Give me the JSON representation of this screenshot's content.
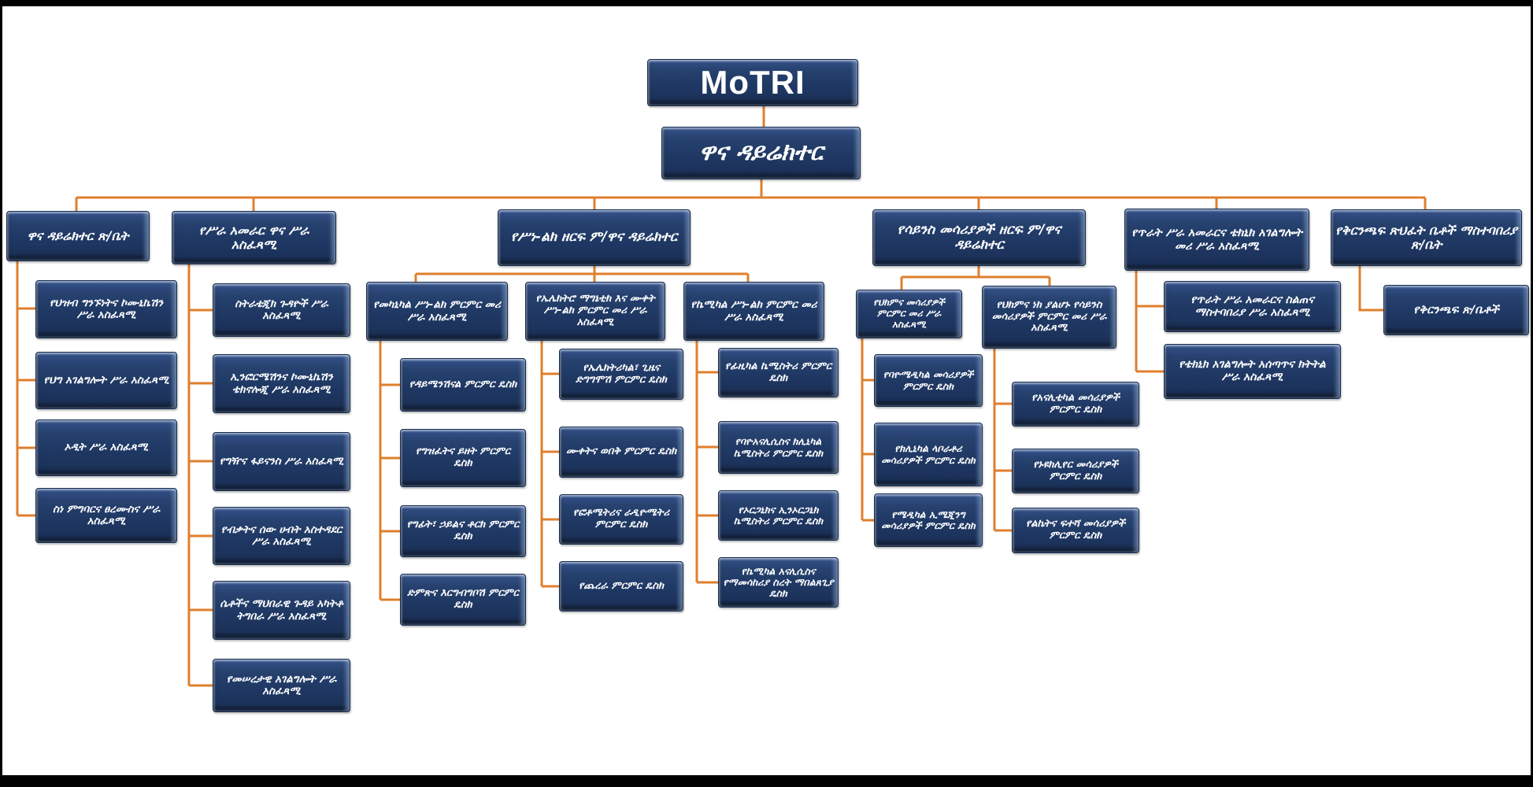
{
  "colors": {
    "box_fill": "#1F3864",
    "box_highlight": "#34518B",
    "connector": "#DF7F2C",
    "text": "#FFFFFF",
    "frame": "#000000",
    "slide_background": "#FFFFFF"
  },
  "org": {
    "root": "MoTRI",
    "director": "ዋና ዳይሬክተር",
    "branches": [
      {
        "label": "ዋና ዳይሬክተር ጽ/ቤት",
        "children": [
          "የህዝብ ግንኙነትና ኮሙኒኬሽን ሥራ አስፈጻሚ",
          "የህግ አገልግሎት ሥራ አስፈጻሚ",
          "ኦዲት ሥራ አስፈጻሚ",
          "ስነ ምግባርና ፀረሙስና ሥራ አስፈጻሚ"
        ]
      },
      {
        "label": "የሥራ አመራር ዋና ሥራ አስፈጻሚ",
        "children": [
          "ስትራቴጂክ ጉዳዮች ሥራ አስፈጻሚ",
          "ኢንፎርሜሽንና ኮሙኒኬሽን ቴክኖሎጂ ሥራ አስፈጻሚ",
          "የግዥና ፋይናንስ ሥራ አስፈጻሚ",
          "የብቃትና ሰው ሀብት አስተዳደር ሥራ አስፈጻሚ",
          "ሴቶችና ማህበራዊ ጉዳይ አካትቶ ትግበራ ሥራ አስፈጻሚ",
          "የመሠረታዊ አገልግሎት ሥራ አስፈጻሚ"
        ]
      },
      {
        "label": "የሥነ-ልክ ዘርፍ ም/ዋና ዳይሬክተር",
        "groups": [
          {
            "label": "የመካኒካል ሥነ-ልክ ምርምር መሪ ሥራ አስፈጻሚ",
            "desks": [
              "የዳይሜንሽናል ምርምር ዴስክ",
              "የግዝፈትና ይዘት ምርምር ዴስክ",
              "የግፊት፣ ኃይልና ቶርክ ምርምር ዴስክ",
              "ድምጽና እርግብግቦሽ ምርምር ዴስክ"
            ]
          },
          {
            "label": "የኤሌክትሮ ማግኔቲክ እና ሙቀት ሥነ-ልክ ምርምር መሪ ሥራ አስፈጻሚ",
            "desks": [
              "የኤሌክትሪካል፣ ጊዜና ድግግሞሽ ምርምር ዴስክ",
              "ሙቀትና ወበቅ ምርምር ዴስክ",
              "የፎቶሜትሪና ራዲዮሜትሪ ምርምር ዴስክ",
              "የጨረራ ምርምር ዴስክ"
            ]
          },
          {
            "label": "የኬሚካል ሥነ-ልክ ምርምር መሪ ሥራ አስፈጻሚ",
            "desks": [
              "የፊዚካል ኬሚስትሪ ምርምር ዴስክ",
              "የባዮአናሊሲስና ክሊኒካል ኬሚስትሪ ምርምር ዴስክ",
              "የኦርጋኒክና ኢንኦርጋኒክ ኬሚስትሪ ምርምር ዴስክ",
              "የኬሚካል አናሊሲስና የማመሳከሪያ ስረት ማበልጸጊያ ዴስክ"
            ]
          }
        ]
      },
      {
        "label": "የሳይንስ መሳሪያዎች ዘርፍ ም/ዋና ዳይሬክተር",
        "groups": [
          {
            "label": "የህክምና መሳሪያዎች ምርምር መሪ ሥራ አስፈጻሚ",
            "desks": [
              "የባዮሜዲካል መሳሪያዎች ምርምር ዴስክ",
              "የክሊኒካል ላቦራቶሪ መሳሪያዎች ምርምር ዴስክ",
              "የሜዲካል ኢሜጂንግ መሳሪያዎች ምርምር ዴስክ"
            ]
          },
          {
            "label": "የህክምና ነክ ያልሆኑ የሳይንስ መሳሪያዎች ምርምር መሪ ሥራ አስፈጻሚ",
            "desks": [
              "የአናሊቲካል መሳሪያዎች ምርምር ዴስክ",
              "የኑዩክሊየር መሳሪያዎች ምርምር ዴስክ",
              "የልኬትና ፍተሻ መሳሪያዎች ምርምር ዴስክ"
            ]
          }
        ]
      },
      {
        "label": "የጥራት ሥራ አመራርና ቴክኒክ አገልግሎት መሪ ሥራ አስፈጻሚ",
        "children": [
          "የጥራት ሥራ አመራርና ስልጠና ማስተባበሪያ ሥራ አስፈጻሚ",
          "የቴክኒክ አገልግሎት አሰጣጥና ክትትል ሥራ አስፈጻሚ"
        ]
      },
      {
        "label": "የቅርንጫፍ ጽህፈት ቤቶች ማስተባበሪያ ጽ/ቤት",
        "children": [
          "የቅርንጫፍ ጽ/ቤቶች"
        ]
      }
    ]
  }
}
